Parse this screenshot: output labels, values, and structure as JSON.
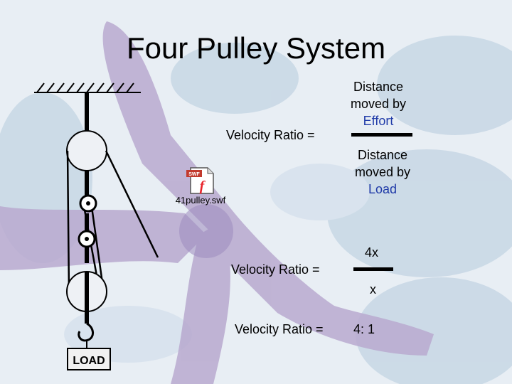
{
  "title": "Four Pulley System",
  "vr_label": "Velocity Ratio =",
  "fraction1": {
    "numerator": [
      "Distance",
      "moved by",
      "Effort"
    ],
    "denominator": [
      "Distance",
      "moved by",
      "Load"
    ]
  },
  "fraction2": {
    "numerator": "4x",
    "denominator": "x"
  },
  "result": "4: 1",
  "file": {
    "name": "41pulley.swf",
    "badge": "SWF"
  },
  "load_label": "LOAD",
  "colors": {
    "effort": "#1f3aa8",
    "load": "#1f3aa8",
    "accent": "#e8232a"
  }
}
